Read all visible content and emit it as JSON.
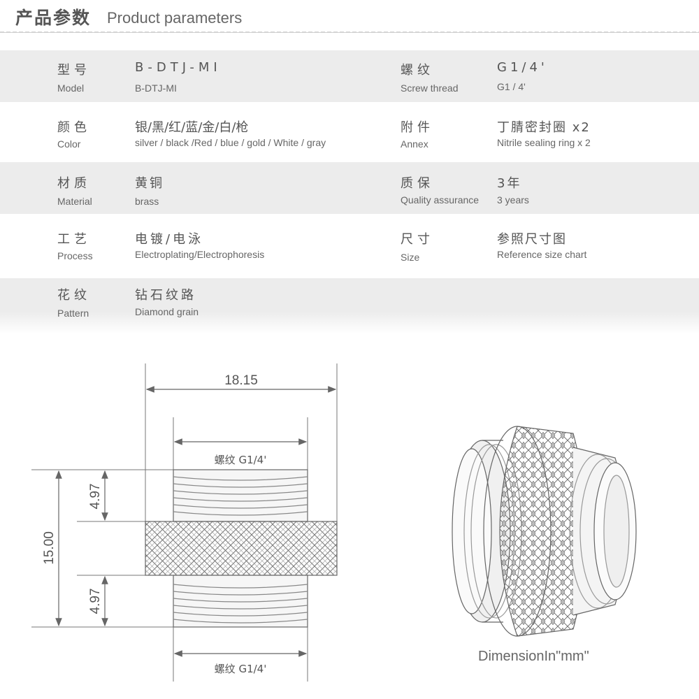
{
  "header": {
    "title_cn": "产品参数",
    "title_en": "Product parameters"
  },
  "params": {
    "model": {
      "label_cn": "型号",
      "label_en": "Model",
      "value_cn": "B-DTJ-MI",
      "value_en": "B-DTJ-MI"
    },
    "thread": {
      "label_cn": "螺纹",
      "label_en": "Screw thread",
      "value_cn": "G1/4'",
      "value_en": "G1 / 4'"
    },
    "color": {
      "label_cn": "颜色",
      "label_en": "Color",
      "value_cn": "银/黑/红/蓝/金/白/枪",
      "value_en": "silver / black /Red / blue / gold / White / gray"
    },
    "annex": {
      "label_cn": "附件",
      "label_en": "Annex",
      "value_cn": "丁腈密封圈 x2",
      "value_en": "Nitrile sealing ring  x 2"
    },
    "material": {
      "label_cn": "材质",
      "label_en": "Material",
      "value_cn": "黄铜",
      "value_en": "brass"
    },
    "quality": {
      "label_cn": "质保",
      "label_en": "Quality assurance",
      "value_cn": "3年",
      "value_en": "3 years"
    },
    "process": {
      "label_cn": "工艺",
      "label_en": "Process",
      "value_cn": "电镀/电泳",
      "value_en": "Electroplating/Electrophoresis"
    },
    "size": {
      "label_cn": "尺寸",
      "label_en": "Size",
      "value_cn": "参照尺寸图",
      "value_en": "Reference size chart"
    },
    "pattern": {
      "label_cn": "花纹",
      "label_en": "Pattern",
      "value_cn": "钻石纹路",
      "value_en": "Diamond grain"
    }
  },
  "diagram": {
    "width": "18.15",
    "height": "15.00",
    "thread_len_top": "4.97",
    "thread_len_bottom": "4.97",
    "thread_top": "螺纹 G1/4'",
    "thread_bottom": "螺纹 G1/4'",
    "caption": "DimensionIn\"mm\""
  }
}
